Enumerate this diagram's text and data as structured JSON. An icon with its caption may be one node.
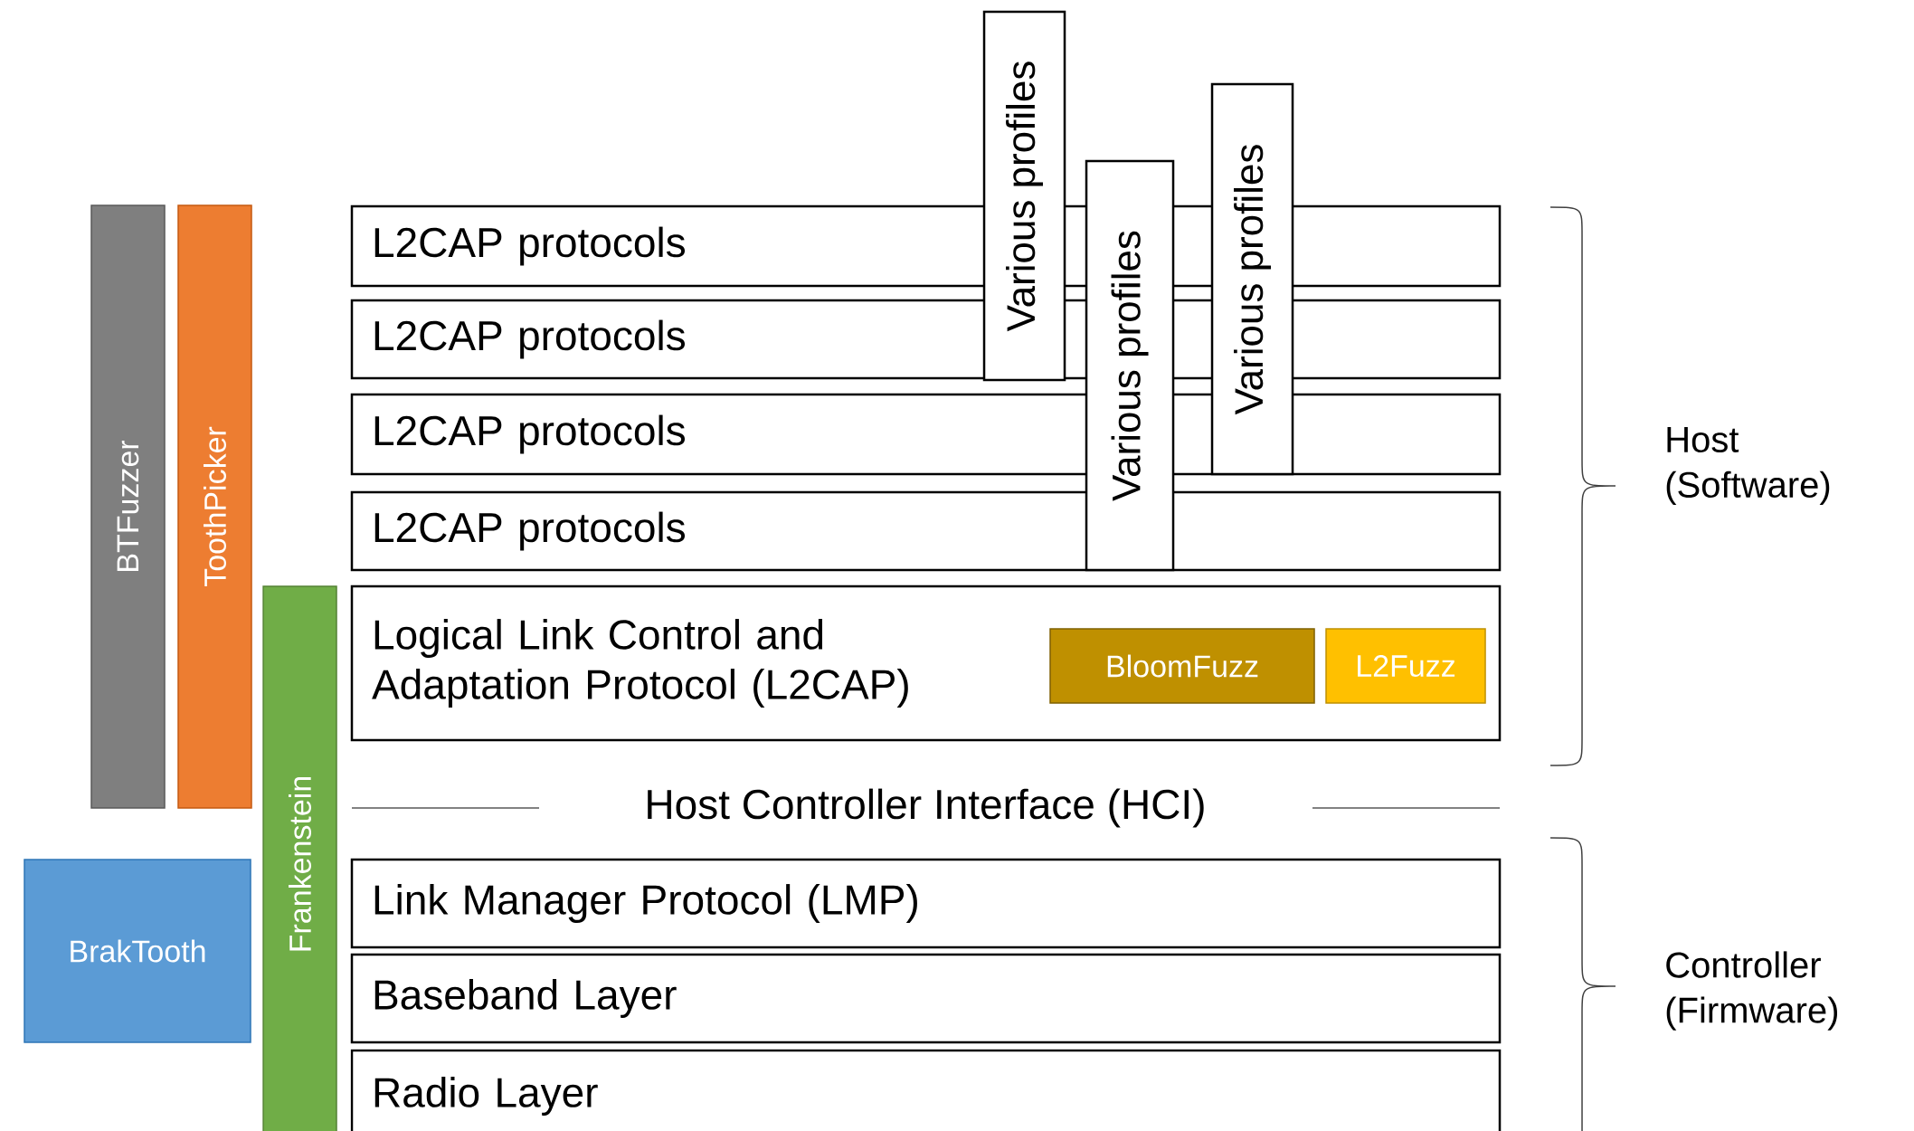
{
  "diagram": {
    "nodes": [
      {
        "text": [
          "Various profiles"
        ]
      },
      {
        "text": [
          "Various profiles"
        ]
      },
      {
        "text": [
          "Various profiles"
        ]
      },
      {
        "text": [
          "BTFuzzer"
        ]
      },
      {
        "text": [
          "ToothPicker"
        ]
      },
      {
        "text": [
          "L2CAP protocols"
        ]
      },
      {
        "text": [
          "L2CAP protocols"
        ]
      },
      {
        "text": [
          "L2CAP protocols"
        ]
      },
      {
        "text": [
          "L2CAP protocols"
        ]
      },
      {
        "text": [
          "Logical Link Control and Adaptation Protocol (L2CAP)"
        ]
      },
      {
        "text": [
          "BloomFuzz"
        ],
        "in": 9
      },
      {
        "text": [
          "L2Fuzz"
        ],
        "in": 9
      },
      {
        "text": [
          "Frankenstein"
        ]
      },
      {
        "text": [
          "BrakTooth"
        ]
      },
      {
        "text": [
          "Link Manager Protocol (LMP)"
        ]
      },
      {
        "text": [
          "Baseband Layer"
        ]
      },
      {
        "text": [
          "Radio Layer"
        ]
      }
    ],
    "labels": [
      "Host Controller Interface (HCI)",
      "Host (Software)",
      "Controller (Firmware)"
    ]
  }
}
